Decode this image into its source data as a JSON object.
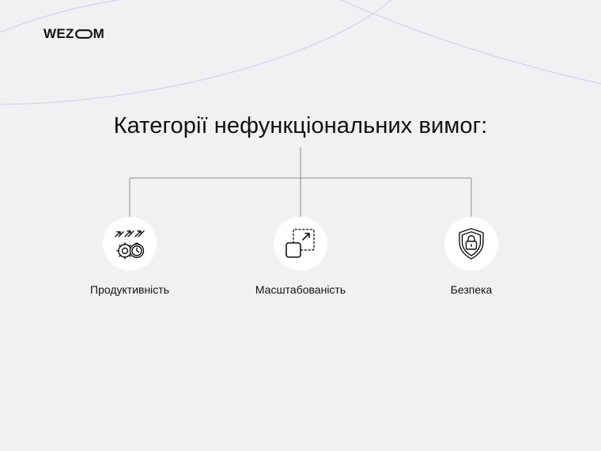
{
  "brand": {
    "logo_left": "WEZ",
    "logo_right": "M"
  },
  "title": "Категорії нефункціональних вимог:",
  "categories": [
    {
      "label": "Продуктивність",
      "icon": "performance-gears-icon"
    },
    {
      "label": "Масштабованість",
      "icon": "scale-resize-icon"
    },
    {
      "label": "Безпека",
      "icon": "security-shield-lock-icon"
    }
  ],
  "colors": {
    "background": "#f1f1f2",
    "accent_curve": "#c9c3f0",
    "line": "#8c8c8c",
    "text": "#111111"
  }
}
